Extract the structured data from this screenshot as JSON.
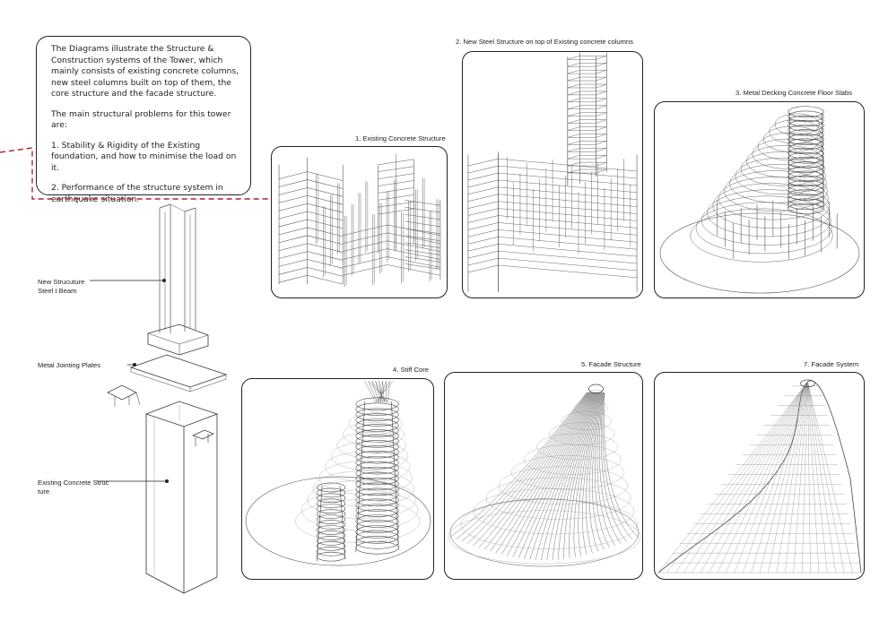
{
  "intro": {
    "paragraph1": "The Diagrams illustrate the Structure & Construction systems of the Tower, which mainly consists of existing concrete columns, new steel columns built on top of them, the core structure and the facade structure.",
    "paragraph2": "The main structural problems for this tower are:",
    "paragraph3": "1. Stability & Rigidity of the Existing foundation, and how to minimise the load on it.",
    "paragraph4": "2. Performance of the structure system in earthquake situation."
  },
  "panels": {
    "p1": "1. Existing Concrete Structure",
    "p2": "2. New Steel Structure on top of Existing concrete columns",
    "p3": "3. Metal Decking Concrete Floor Slabs",
    "p4": "4. Stiff Core",
    "p5": "5. Facade Structure",
    "p7": "7. Facade System"
  },
  "labels": {
    "steel_beam_1": "New Strucuture",
    "steel_beam_2": "Steel I Beam",
    "plates": "Metal Jointing Plates",
    "concrete_1": "Existing Concrete Struc",
    "concrete_2": "ture"
  },
  "colors": {
    "line": "#222222",
    "structure": "#555555",
    "leader_dashed": "#b22222"
  }
}
